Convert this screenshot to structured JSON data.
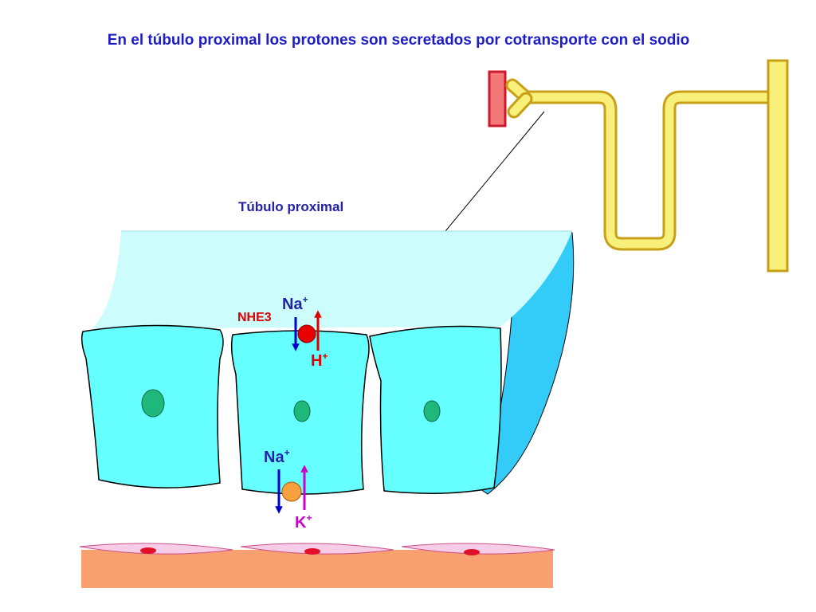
{
  "title": "En el túbulo proximal los protones son secretados por cotransporte con el sodio",
  "labels": {
    "tubule": "Túbulo proximal",
    "transporter": "NHE3",
    "apical_sodium": "Na+",
    "apical_proton": "H+",
    "basal_sodium": "Na+",
    "basal_potassium": "K+"
  },
  "colors": {
    "title_text": "#1c1cc8",
    "lumen_fill": "#ccfcfc",
    "tubule_wall": "#33ccf8",
    "cell_fill": "#66ffff",
    "nucleus": "#1fb87c",
    "transporter_nhe3": "#e80000",
    "transporter_na_k": "#f8a040",
    "sodium_arrow": "#0000cc",
    "proton_arrow": "#dd0000",
    "potassium_arrow": "#cc00cc",
    "nephron_fill": "#f8f07a",
    "nephron_outline": "#c8a018",
    "capillary_vessel": "#f46a6a",
    "interstitium": "#f8a070",
    "endothelial_cell": "#f6cce6"
  }
}
